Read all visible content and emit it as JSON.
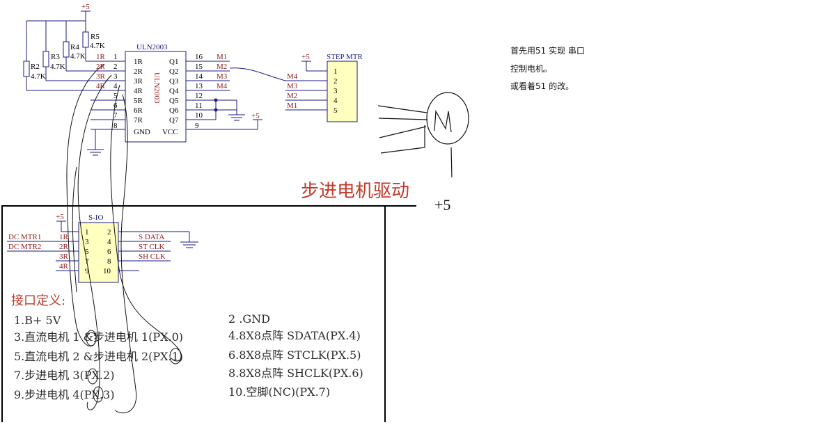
{
  "colors": {
    "wire": "#1a1a80",
    "label": "#8b1a1a",
    "chip_fill": "#ffffc0",
    "title_red": "#c0392b"
  },
  "power": {
    "plus5": "+5"
  },
  "resistors": [
    {
      "name": "R5",
      "value": "4.7K"
    },
    {
      "name": "R4",
      "value": "4.7K"
    },
    {
      "name": "R3",
      "value": "4.7K"
    },
    {
      "name": "R2",
      "value": "4.7K"
    }
  ],
  "net_labels_left": [
    "1R",
    "2R",
    "3R",
    "4R"
  ],
  "uln": {
    "title": "ULN2003",
    "rotated_label": "ULN2003",
    "left_pins": [
      "1R",
      "2R",
      "3R",
      "4R",
      "5R",
      "6R",
      "7R",
      "GND"
    ],
    "left_nums": [
      "1",
      "2",
      "3",
      "4",
      "5",
      "6",
      "7",
      "8"
    ],
    "right_pins": [
      "Q1",
      "Q2",
      "Q3",
      "Q4",
      "Q5",
      "Q6",
      "Q7",
      "VCC"
    ],
    "right_nums": [
      "16",
      "15",
      "14",
      "13",
      "12",
      "11",
      "10",
      "9"
    ],
    "outputs": [
      "M1",
      "M2",
      "M3",
      "M4"
    ]
  },
  "step_motor": {
    "title": "STEP MTR",
    "pins": [
      "1",
      "2",
      "3",
      "4",
      "5"
    ],
    "nets": [
      "M4",
      "M3",
      "M2",
      "M1"
    ]
  },
  "title_big": "步进电机驱动",
  "sio": {
    "title": "S-IO",
    "left_nums": [
      "1",
      "3",
      "5",
      "7",
      "9"
    ],
    "right_nums": [
      "2",
      "4",
      "6",
      "8",
      "10"
    ],
    "left_labels": [
      "1R",
      "2R",
      "3R",
      "4R"
    ],
    "dc_labels": [
      "DC MTR1",
      "DC MTR2"
    ],
    "right_labels": [
      "S DATA",
      "ST CLK",
      "SH CLK"
    ]
  },
  "interface": {
    "header": "接口定义:",
    "left": [
      "1.B+ 5V",
      "3.直流电机 1 &步进电机 1(PX.0)",
      "5.直流电机 2 &步进电机 2(PX.1)",
      "7.步进电机 3(PX.2)",
      "9.步进电机 4(PX.3)"
    ],
    "right": [
      "2 .GND",
      "4.8X8点阵 SDATA(PX.4)",
      "6.8X8点阵 STCLK(PX.5)",
      "8.8X8点阵 SHCLK(PX.6)",
      "10.空脚(NC)(PX.7)"
    ]
  },
  "sketch": {
    "plus5": "+5"
  },
  "notes": [
    "首先用51 实现 串口",
    "控制电机。",
    "或看着51 的改。"
  ]
}
